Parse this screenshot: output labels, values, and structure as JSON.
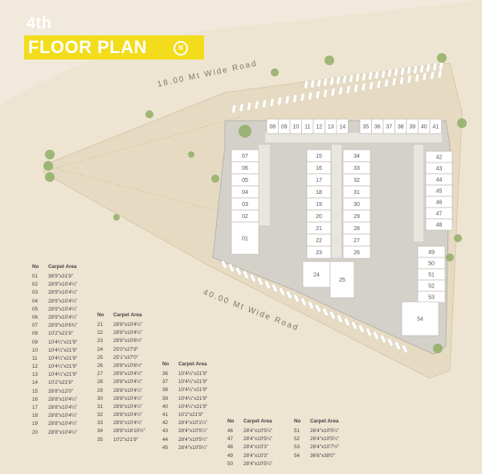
{
  "title": {
    "floor": "4th",
    "plan": "FLOOR PLAN",
    "north_symbol": "N"
  },
  "roads": {
    "top": "18.00 Mt Wide Road",
    "bottom": "40.00 Mt Wide Road"
  },
  "units": {
    "top_row_left": [
      "08",
      "09",
      "10",
      "11",
      "12",
      "13",
      "14"
    ],
    "top_row_right": [
      "35",
      "36",
      "37",
      "38",
      "39",
      "40",
      "41"
    ],
    "left_column": [
      "07",
      "06",
      "05",
      "04",
      "03",
      "02",
      "01"
    ],
    "center_left_column": [
      "15",
      "16",
      "17",
      "18",
      "19",
      "20",
      "21",
      "22",
      "23"
    ],
    "center_right_column": [
      "34",
      "33",
      "32",
      "31",
      "30",
      "29",
      "28",
      "27",
      "26"
    ],
    "right_column": [
      "42",
      "43",
      "44",
      "45",
      "46",
      "47",
      "48"
    ],
    "right_lower_column": [
      "49",
      "50",
      "51",
      "52",
      "53"
    ],
    "large": [
      "24",
      "25",
      "54"
    ]
  },
  "table_header": {
    "no": "No",
    "area": "Carpet Area"
  },
  "tables": [
    [
      [
        "01",
        "36'9\"x31'9\""
      ],
      [
        "02",
        "28'9\"x10'4¼\""
      ],
      [
        "03",
        "28'9\"x10'4¼\""
      ],
      [
        "04",
        "28'9\"x10'4¼\""
      ],
      [
        "05",
        "28'9\"x10'4¼\""
      ],
      [
        "06",
        "28'9\"x10'4¼\""
      ],
      [
        "07",
        "28'9\"x10'6¾\""
      ],
      [
        "08",
        "10'2\"x21'9\""
      ],
      [
        "09",
        "10'4¼\"x21'9\""
      ],
      [
        "10",
        "10'4¼\"x21'9\""
      ],
      [
        "11",
        "10'4¼\"x21'9\""
      ],
      [
        "12",
        "10'4¼\"x21'9\""
      ],
      [
        "13",
        "10'4¼\"x21'9\""
      ],
      [
        "14",
        "10'2\"x21'9\""
      ],
      [
        "15",
        "28'8\"x12'0\""
      ],
      [
        "16",
        "28'8\"x10'4¼\""
      ],
      [
        "17",
        "28'8\"x10'4¼\""
      ],
      [
        "18",
        "28'8\"x10'4¼\""
      ],
      [
        "19",
        "28'8\"x10'4¼\""
      ],
      [
        "20",
        "28'8\"x10'4¼\""
      ]
    ],
    [
      [
        "21",
        "28'8\"x10'4¼\""
      ],
      [
        "22",
        "28'8\"x10'4¼\""
      ],
      [
        "23",
        "28'8\"x10'6½\""
      ],
      [
        "24",
        "25'0\"x27'9\""
      ],
      [
        "25",
        "25'1\"x37'0\""
      ],
      [
        "26",
        "28'8\"x10'6½\""
      ],
      [
        "27",
        "28'8\"x10'4¼\""
      ],
      [
        "28",
        "28'8\"x10'4¼\""
      ],
      [
        "29",
        "28'8\"x10'4¼\""
      ],
      [
        "30",
        "28'8\"x10'4¼\""
      ],
      [
        "31",
        "28'8\"x10'4¼\""
      ],
      [
        "32",
        "28'8\"x10'4¼\""
      ],
      [
        "33",
        "28'8\"x10'4¼\""
      ],
      [
        "34",
        "28'8\"x16'10½\""
      ],
      [
        "35",
        "10'2\"x21'9\""
      ]
    ],
    [
      [
        "36",
        "10'4¼\"x21'9\""
      ],
      [
        "37",
        "10'4¼\"x21'9\""
      ],
      [
        "38",
        "10'4¼\"x21'9\""
      ],
      [
        "39",
        "10'4¼\"x21'9\""
      ],
      [
        "40",
        "10'4¼\"x21'9\""
      ],
      [
        "41",
        "10'2\"x21'9\""
      ],
      [
        "42",
        "28'4\"x10'1¼\""
      ],
      [
        "43",
        "28'4\"x10'5¼\""
      ],
      [
        "44",
        "28'4\"x10'5¼\""
      ],
      [
        "45",
        "28'4\"x10'5¼\""
      ]
    ],
    [
      [
        "46",
        "28'4\"x10'5¼\""
      ],
      [
        "47",
        "28'4\"x10'5¼\""
      ],
      [
        "48",
        "28'4\"x10'3\""
      ],
      [
        "49",
        "28'4\"x10'3\""
      ],
      [
        "50",
        "28'4\"x10'5¼\""
      ]
    ],
    [
      [
        "51",
        "28'4\"x10'5¼\""
      ],
      [
        "52",
        "28'4\"x10'5¼\""
      ],
      [
        "53",
        "28'4\"x10'7½\""
      ],
      [
        "54",
        "36'6\"x38'0\""
      ]
    ]
  ],
  "colors": {
    "background": "#f1eadc",
    "title_bar": "#f2dc1b",
    "site": "#e8ddc6",
    "building": "#d4d1cb",
    "units": "#ffffff",
    "tree": "#8fae66"
  }
}
